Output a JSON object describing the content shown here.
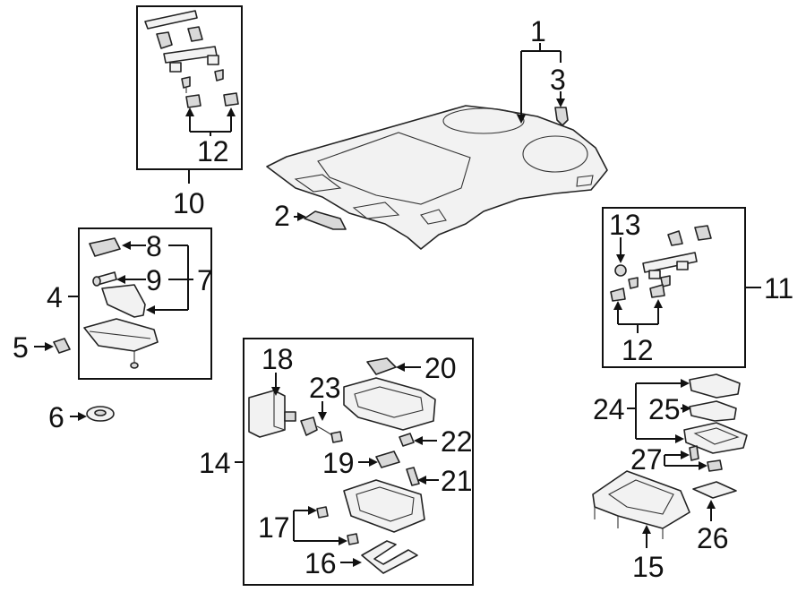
{
  "labels": {
    "n1": "1",
    "n2": "2",
    "n3": "3",
    "n4": "4",
    "n5": "5",
    "n6": "6",
    "n7": "7",
    "n8": "8",
    "n9": "9",
    "n10": "10",
    "n11": "11",
    "n12a": "12",
    "n12b": "12",
    "n13": "13",
    "n14": "14",
    "n15": "15",
    "n16": "16",
    "n17": "17",
    "n18": "18",
    "n19": "19",
    "n20": "20",
    "n21": "21",
    "n22": "22",
    "n23": "23",
    "n24": "24",
    "n25": "25",
    "n26": "26",
    "n27": "27"
  }
}
